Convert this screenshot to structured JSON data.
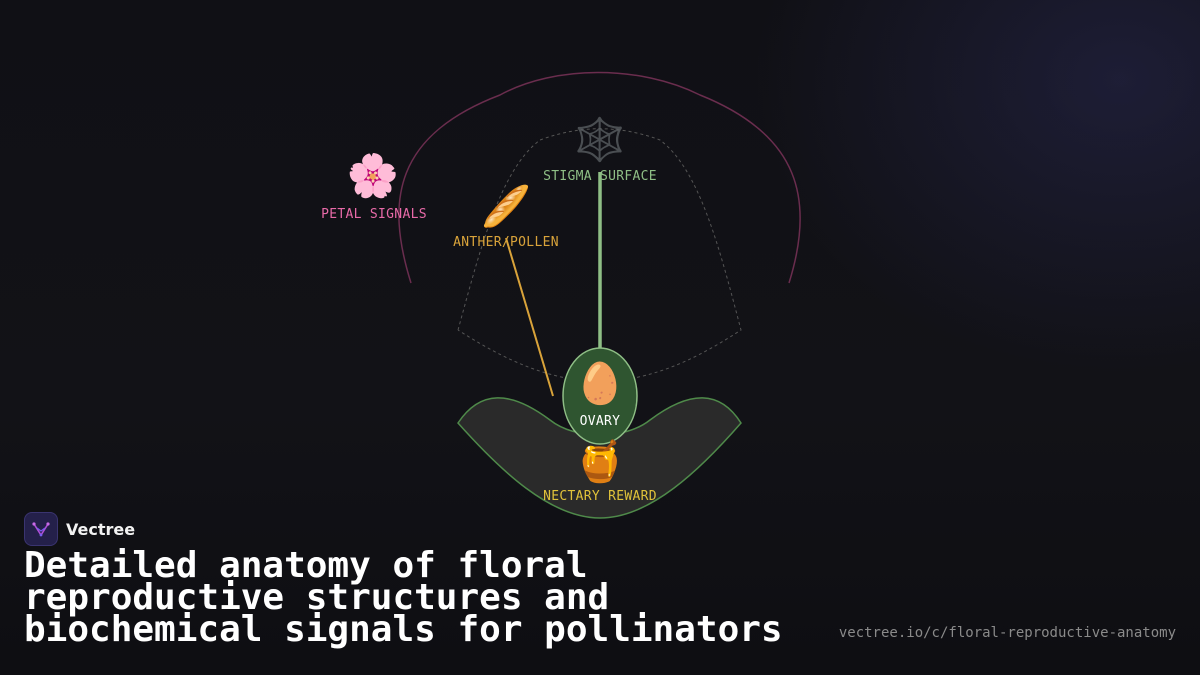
{
  "diagram": {
    "nodes": {
      "petal": {
        "icon": "🌸",
        "label": "PETAL SIGNALS"
      },
      "anther": {
        "icon": "🥖",
        "label": "ANTHER/POLLEN"
      },
      "stigma": {
        "icon": "🕸️",
        "label": "STIGMA SURFACE"
      },
      "ovary": {
        "icon": "🥚",
        "label": "OVARY"
      },
      "nectary": {
        "icon": "🍯",
        "label": "NECTARY REWARD"
      }
    },
    "colors": {
      "petal": "#e86aa8",
      "anther": "#d9a33a",
      "stigma": "#8fbf86",
      "ovary_fill": "#2f5530",
      "ovary_stroke": "#8fbf86",
      "nectary_fill": "#2a2a2a",
      "nectary_stroke": "#4f8a4a",
      "nectary_label": "#e0c23a",
      "outer_outline": "#6a2d4e",
      "inner_outline": "#555555"
    }
  },
  "brand": {
    "name": "Vectree",
    "logo_icon": "vectree-logo-icon"
  },
  "footer": {
    "title": "Detailed anatomy of floral reproductive structures and biochemical signals for pollinators",
    "url": "vectree.io/c/floral-reproductive-anatomy"
  }
}
